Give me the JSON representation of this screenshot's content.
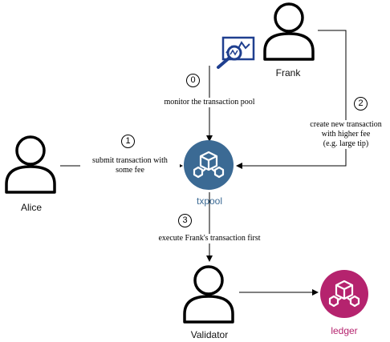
{
  "actors": {
    "frank": "Frank",
    "alice": "Alice",
    "validator": "Validator"
  },
  "nodes": {
    "txpool": {
      "label": "txpool",
      "color": "#3b6a94"
    },
    "ledger": {
      "label": "ledger",
      "color": "#b5236e"
    }
  },
  "steps": {
    "s0": {
      "number": "0",
      "text": "monitor the transaction pool"
    },
    "s1": {
      "number": "1",
      "text": "submit transaction with\nsome fee"
    },
    "s2": {
      "number": "2",
      "text": "create new transaction\nwith higher fee\n(e.g. large tip)"
    },
    "s3": {
      "number": "3",
      "text": "execute Frank's transaction first"
    }
  },
  "icons": {
    "monitor": "monitoring-chart-icon",
    "blocks": "blocks-icon"
  }
}
